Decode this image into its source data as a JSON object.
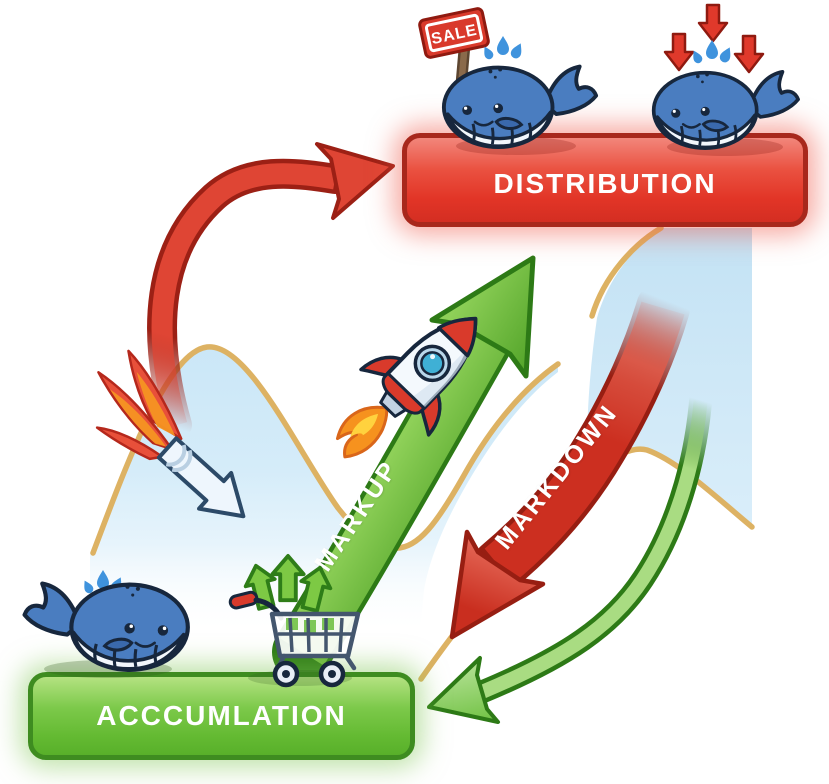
{
  "phases": {
    "distribution": {
      "label": "DISTRIBUTION",
      "fill": "#e23527",
      "border": "#a8281c"
    },
    "accumulation": {
      "label": "ACCCUMLATION",
      "fill": "#64ba32",
      "border": "#3e8c20"
    },
    "markup": {
      "label": "MARKUP",
      "arrow_color": "#54a52a"
    },
    "markdown": {
      "label": "MARKDOWN",
      "arrow_color": "#cc2f20"
    }
  },
  "sale_sign": {
    "label": "SALE",
    "board_color": "#d93a2b"
  },
  "colors": {
    "price_line": "#ddb263",
    "area_fill": "#cfe8f7",
    "whale_body": "#4a7dc0",
    "label_text": "#ffffff",
    "cycle_arrow_red": "#df4534",
    "cycle_arrow_green": "#8fce65",
    "water_droplet": "#3f93dd"
  },
  "illustrations": {
    "whale_sale": "whale with SALE sign on distribution box",
    "whale_pressure": "whale with three red down arrows on distribution box",
    "whale_buyer": "whale on accumulation box",
    "cart": "shopping cart filled with green up arrows",
    "rocket": "rocket riding the markup arrow",
    "falling_arrow": "flaming arrow falling into the valley"
  }
}
